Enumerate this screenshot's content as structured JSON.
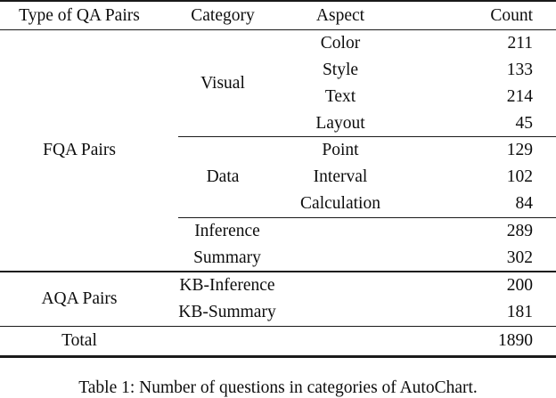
{
  "table": {
    "headers": [
      "Type of QA Pairs",
      "Category",
      "Aspect",
      "Count"
    ],
    "fqa": {
      "label": "FQA Pairs",
      "visual": {
        "label": "Visual",
        "rows": [
          [
            "Color",
            "211"
          ],
          [
            "Style",
            "133"
          ],
          [
            "Text",
            "214"
          ],
          [
            "Layout",
            "45"
          ]
        ]
      },
      "data": {
        "label": "Data",
        "rows": [
          [
            "Point",
            "129"
          ],
          [
            "Interval",
            "102"
          ],
          [
            "Calculation",
            "84"
          ]
        ]
      },
      "inference": [
        "Inference",
        "289"
      ],
      "summary": [
        "Summary",
        "302"
      ]
    },
    "aqa": {
      "label": "AQA Pairs",
      "rows": [
        [
          "KB-Inference",
          "200"
        ],
        [
          "KB-Summary",
          "181"
        ]
      ]
    },
    "total": [
      "Total",
      "1890"
    ]
  },
  "caption": "Table 1: Number of questions in categories of AutoChart."
}
